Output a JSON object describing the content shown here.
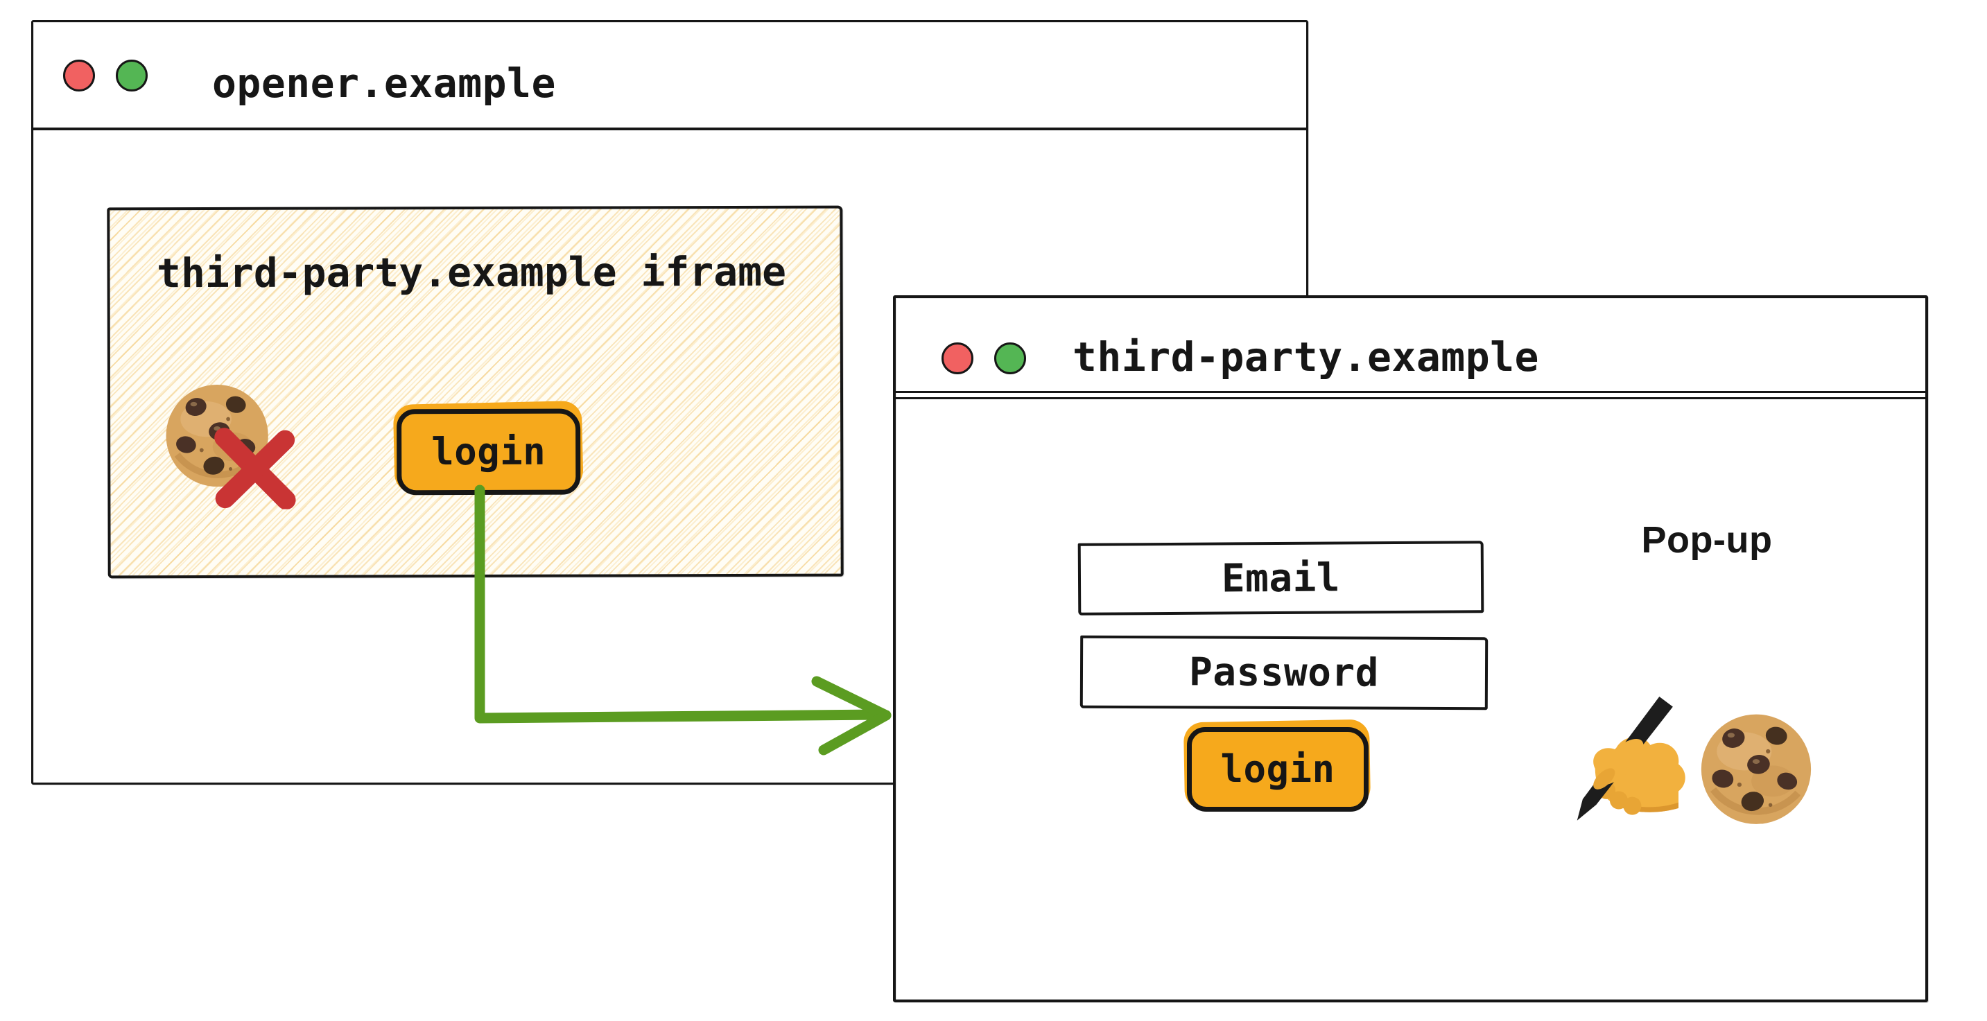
{
  "opener_window": {
    "title": "opener.example",
    "iframe": {
      "title": "third-party.example iframe",
      "login_button": "login"
    }
  },
  "popup_window": {
    "title": "third-party.example",
    "annotation": "Pop-up",
    "email_field": "Email",
    "password_field": "Password",
    "login_button": "login"
  },
  "icons": {
    "window_dots": "traffic-light-dots",
    "blocked_cookie": "cookie-with-red-cross",
    "flow_arrow": "green-elbow-arrow",
    "writing_hand": "writing-hand-emoji",
    "cookie": "cookie-emoji"
  },
  "colors": {
    "button-orange": "#f6a91c",
    "arrow-green": "#5b9c21",
    "cross-red": "#c93434",
    "dot-red": "#f16161",
    "dot-green": "#54b654",
    "ink": "#161616",
    "paper": "#fffdf5"
  }
}
